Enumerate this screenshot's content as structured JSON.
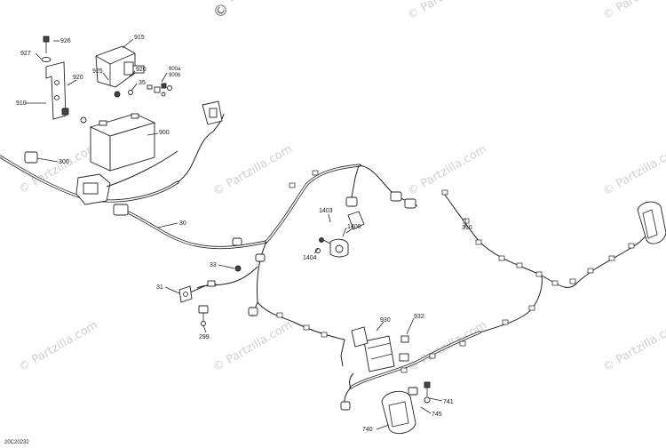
{
  "watermarks": {
    "top": "© Pa",
    "repeat": "© Partzilla.com"
  },
  "drawing_code": "20C20232",
  "callouts": {
    "c926": "926",
    "c927": "927",
    "c915": "915",
    "c925": "925",
    "c920a": "920",
    "c920b": "920",
    "c900a": "900a",
    "c900b": "900b",
    "c35": "35",
    "c910": "910",
    "c900": "900",
    "c300": "300",
    "c30": "30",
    "c1403": "1403",
    "c1400": "1400",
    "c1404": "1404",
    "c310": "310",
    "c33": "33",
    "c31": "31",
    "c299": "299",
    "c930": "930",
    "c932": "932",
    "c741": "741",
    "c745": "745",
    "c740": "740"
  }
}
